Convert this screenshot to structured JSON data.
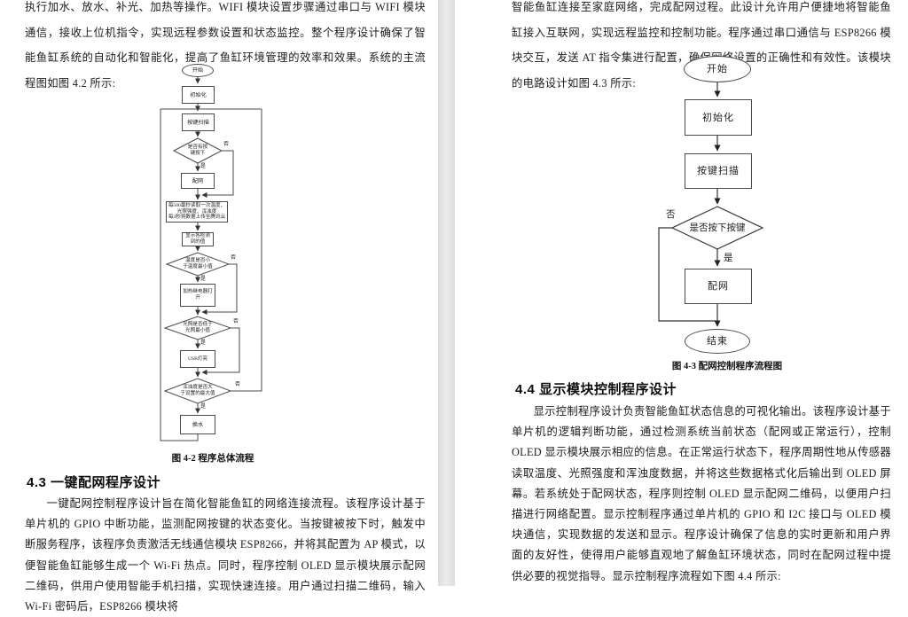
{
  "labels": {
    "yes": "是",
    "no": "否"
  },
  "left": {
    "para_top": "执行加水、放水、补光、加热等操作。WIFI 模块设置步骤通过串口与 WIFI 模块通信，接收上位机指令，实现远程参数设置和状态监控。整个程序设计确保了智能鱼缸系统的自动化和智能化，提高了鱼缸环境管理的效率和效果。系统的主流程图如图 4.2 所示:",
    "caption": "图 4-2  程序总体流程",
    "heading": "4.3 一键配网程序设计",
    "para_bottom": "一键配网控制程序设计旨在简化智能鱼缸的网络连接流程。该程序设计基于单片机的 GPIO 中断功能，监测配网按键的状态变化。当按键被按下时，触发中断服务程序，该程序负责激活无线通信模块 ESP8266，并将其配置为 AP 模式，以便智能鱼缸能够生成一个 Wi-Fi 热点。同时，程序控制 OLED 显示模块展示配网二维码，供用户使用智能手机扫描，实现快速连接。用户通过扫描二维码，输入 Wi-Fi 密码后，ESP8266 模块将",
    "flow": {
      "start": "开始",
      "init": "初始化",
      "keyscan": "按键扫描",
      "d_key": "是否有按\n键按下",
      "peiwang": "配网",
      "sensor": "每500毫秒读取一次温度、\n光照强度、浑浊度\n每3秒将数据上传至腾讯云",
      "show": "显示各检测\n到的值",
      "d_temp": "温度是否小\n于温度最小值",
      "heater": "加热继电器打\n开",
      "d_light": "光照是否低于\n光照最小值",
      "usb": "USB灯亮",
      "d_turb": "浑浊度是否大\n于设置的最大值",
      "water": "换水"
    }
  },
  "right": {
    "para_top": "智能鱼缸连接至家庭网络，完成配网过程。此设计允许用户便捷地将智能鱼缸接入互联网，实现远程监控和控制功能。程序通过串口通信与 ESP8266 模块交互，发送 AT 指令集进行配置，确保网络设置的正确性和有效性。该模块的电路设计如图 4.3 所示:",
    "caption": "图 4-3  配网控制程序流程图",
    "heading": "4.4 显示模块控制程序设计",
    "para_bottom": "显示控制程序设计负责智能鱼缸状态信息的可视化输出。该程序设计基于单片机的逻辑判断功能，通过检测系统当前状态（配网或正常运行），控制 OLED 显示模块展示相应的信息。在正常运行状态下，程序周期性地从传感器读取温度、光照强度和浑浊度数据，并将这些数据格式化后输出到 OLED 屏幕。若系统处于配网状态，程序则控制 OLED 显示配网二维码，以便用户扫描进行网络配置。显示控制程序通过单片机的 GPIO 和 I2C 接口与 OLED 模块通信，实现数据的发送和显示。程序设计确保了信息的实时更新和用户界面的友好性，使得用户能够直观地了解鱼缸环境状态，同时在配网过程中提供必要的视觉指导。显示控制程序流程如下图 4.4 所示:",
    "flow": {
      "start": "开始",
      "init": "初始化",
      "keyscan": "按键扫描",
      "d_key": "是否按下按键",
      "peiwang": "配网",
      "end": "结束"
    }
  }
}
